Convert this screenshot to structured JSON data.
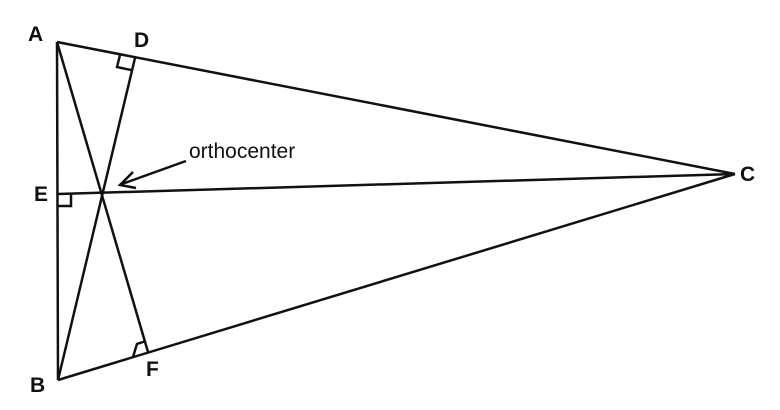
{
  "labels": {
    "A": "A",
    "B": "B",
    "C": "C",
    "D": "D",
    "E": "E",
    "F": "F"
  },
  "annotation": "orthocenter"
}
